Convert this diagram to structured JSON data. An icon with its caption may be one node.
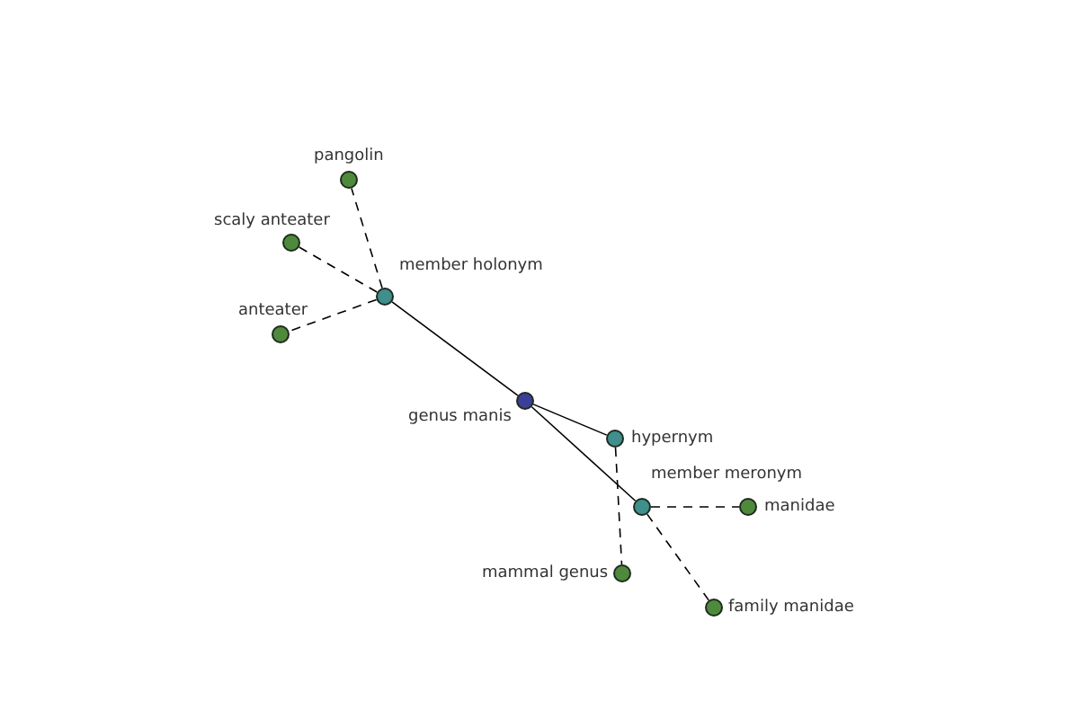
{
  "diagram": {
    "nodes": [
      {
        "text": [
          "pangolin"
        ]
      },
      {
        "text": [
          "scaly anteater"
        ]
      },
      {
        "text": [
          "member holonym"
        ]
      },
      {
        "text": [
          "anteater"
        ]
      },
      {
        "text": [
          "genus manis"
        ]
      },
      {
        "text": [
          "hypernym"
        ]
      },
      {
        "text": [
          "member meronym"
        ]
      },
      {
        "text": [
          "manidae"
        ]
      },
      {
        "text": [
          "mammal genus"
        ]
      },
      {
        "text": [
          "family manidae"
        ]
      }
    ],
    "edges": [
      {
        "from": 2,
        "to": 0,
        "arrow": "none",
        "style": "dashed"
      },
      {
        "from": 2,
        "to": 1,
        "arrow": "none",
        "style": "dashed"
      },
      {
        "from": 2,
        "to": 3,
        "arrow": "none",
        "style": "dashed"
      },
      {
        "from": 4,
        "to": 2,
        "arrow": "none"
      },
      {
        "from": 4,
        "to": 5,
        "arrow": "none"
      },
      {
        "from": 4,
        "to": 6,
        "arrow": "none"
      },
      {
        "from": 5,
        "to": 8,
        "arrow": "none",
        "style": "dashed"
      },
      {
        "from": 6,
        "to": 7,
        "arrow": "none",
        "style": "dashed"
      },
      {
        "from": 6,
        "to": 9,
        "arrow": "none",
        "style": "dashed"
      }
    ]
  }
}
